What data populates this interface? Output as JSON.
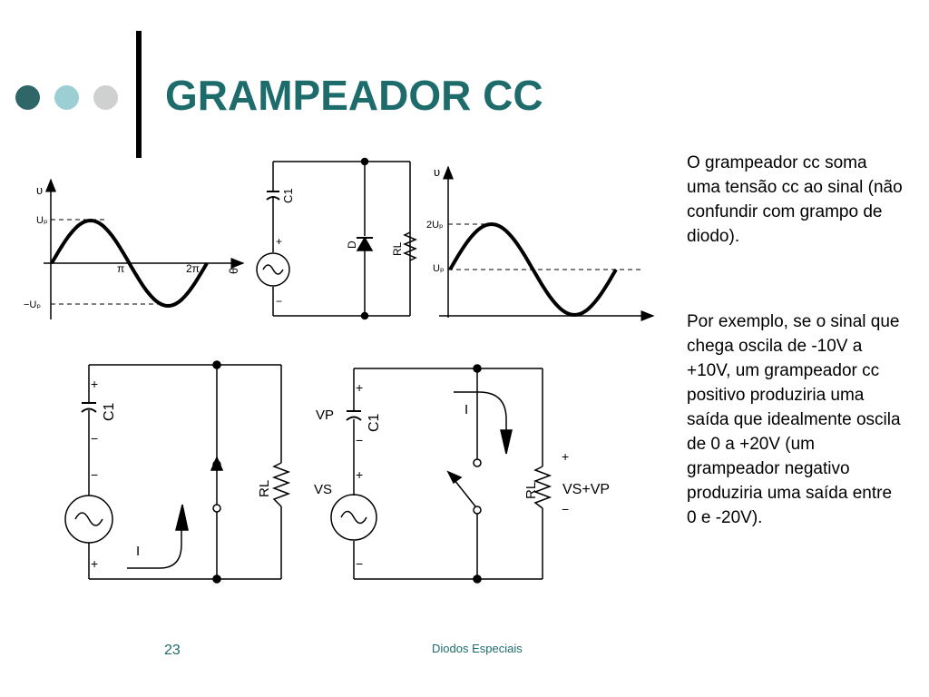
{
  "slide": {
    "title": "GRAMPEADOR CC",
    "paragraphs": [
      "O grampeador cc soma uma tensão cc ao sinal (não confundir com grampo de diodo).",
      "Por exemplo, se o sinal que chega oscila de -10V a +10V, um grampeador cc positivo produziria uma saída que idealmente oscila de 0 a +20V (um grampeador negativo produziria uma saída entre 0 e -20V)."
    ],
    "page_number": "23",
    "footer": "Diodos Especiais"
  },
  "colors": {
    "title": "#1e6b6b",
    "dot_dark": "#2f6667",
    "dot_light": "#9ccfd3",
    "dot_gray": "#cfd0d0"
  },
  "graph_input": {
    "y_label": "υ",
    "up": "Uₚ",
    "minus_up": "−Uₚ",
    "pi": "π",
    "two_pi": "2π",
    "theta": "θ"
  },
  "circuit_top": {
    "capacitor": "C1",
    "diode": "D",
    "load": "RL",
    "plus": "+",
    "minus": "−"
  },
  "graph_output": {
    "y_label": "υ",
    "two_up": "2Uₚ",
    "up": "Uₚ"
  },
  "circuit_left": {
    "capacitor": "C1",
    "load": "RL",
    "plus": "+",
    "minus": "−",
    "current": "I"
  },
  "circuit_right": {
    "capacitor": "C1",
    "load": "RL",
    "vp": "VP",
    "vs": "VS",
    "output": "VS+VP",
    "plus": "+",
    "minus": "−",
    "current": "I"
  }
}
